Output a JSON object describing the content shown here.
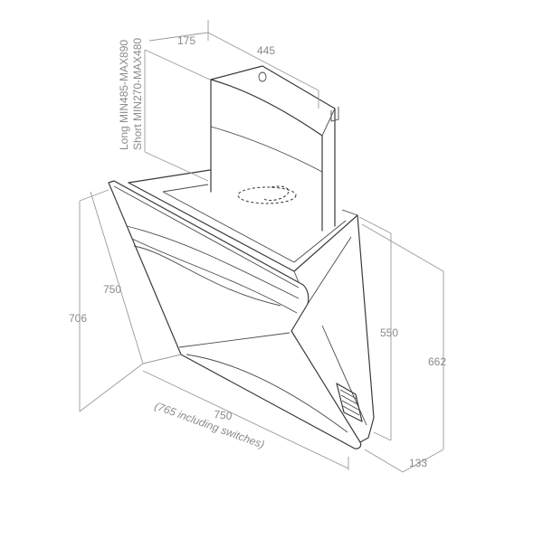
{
  "diagram": {
    "chimney_label_long": "Long MIN485-MAX890",
    "chimney_label_short": "Short MIN270-MAX480",
    "dimensions": {
      "chimney_depth": "175",
      "chimney_width": "445",
      "panel_height": "750",
      "overall_side_height": "706",
      "width": "750",
      "width_note": "(765 including switches)",
      "body_height": "550",
      "overall_height": "662",
      "depth_bottom": "133"
    }
  }
}
